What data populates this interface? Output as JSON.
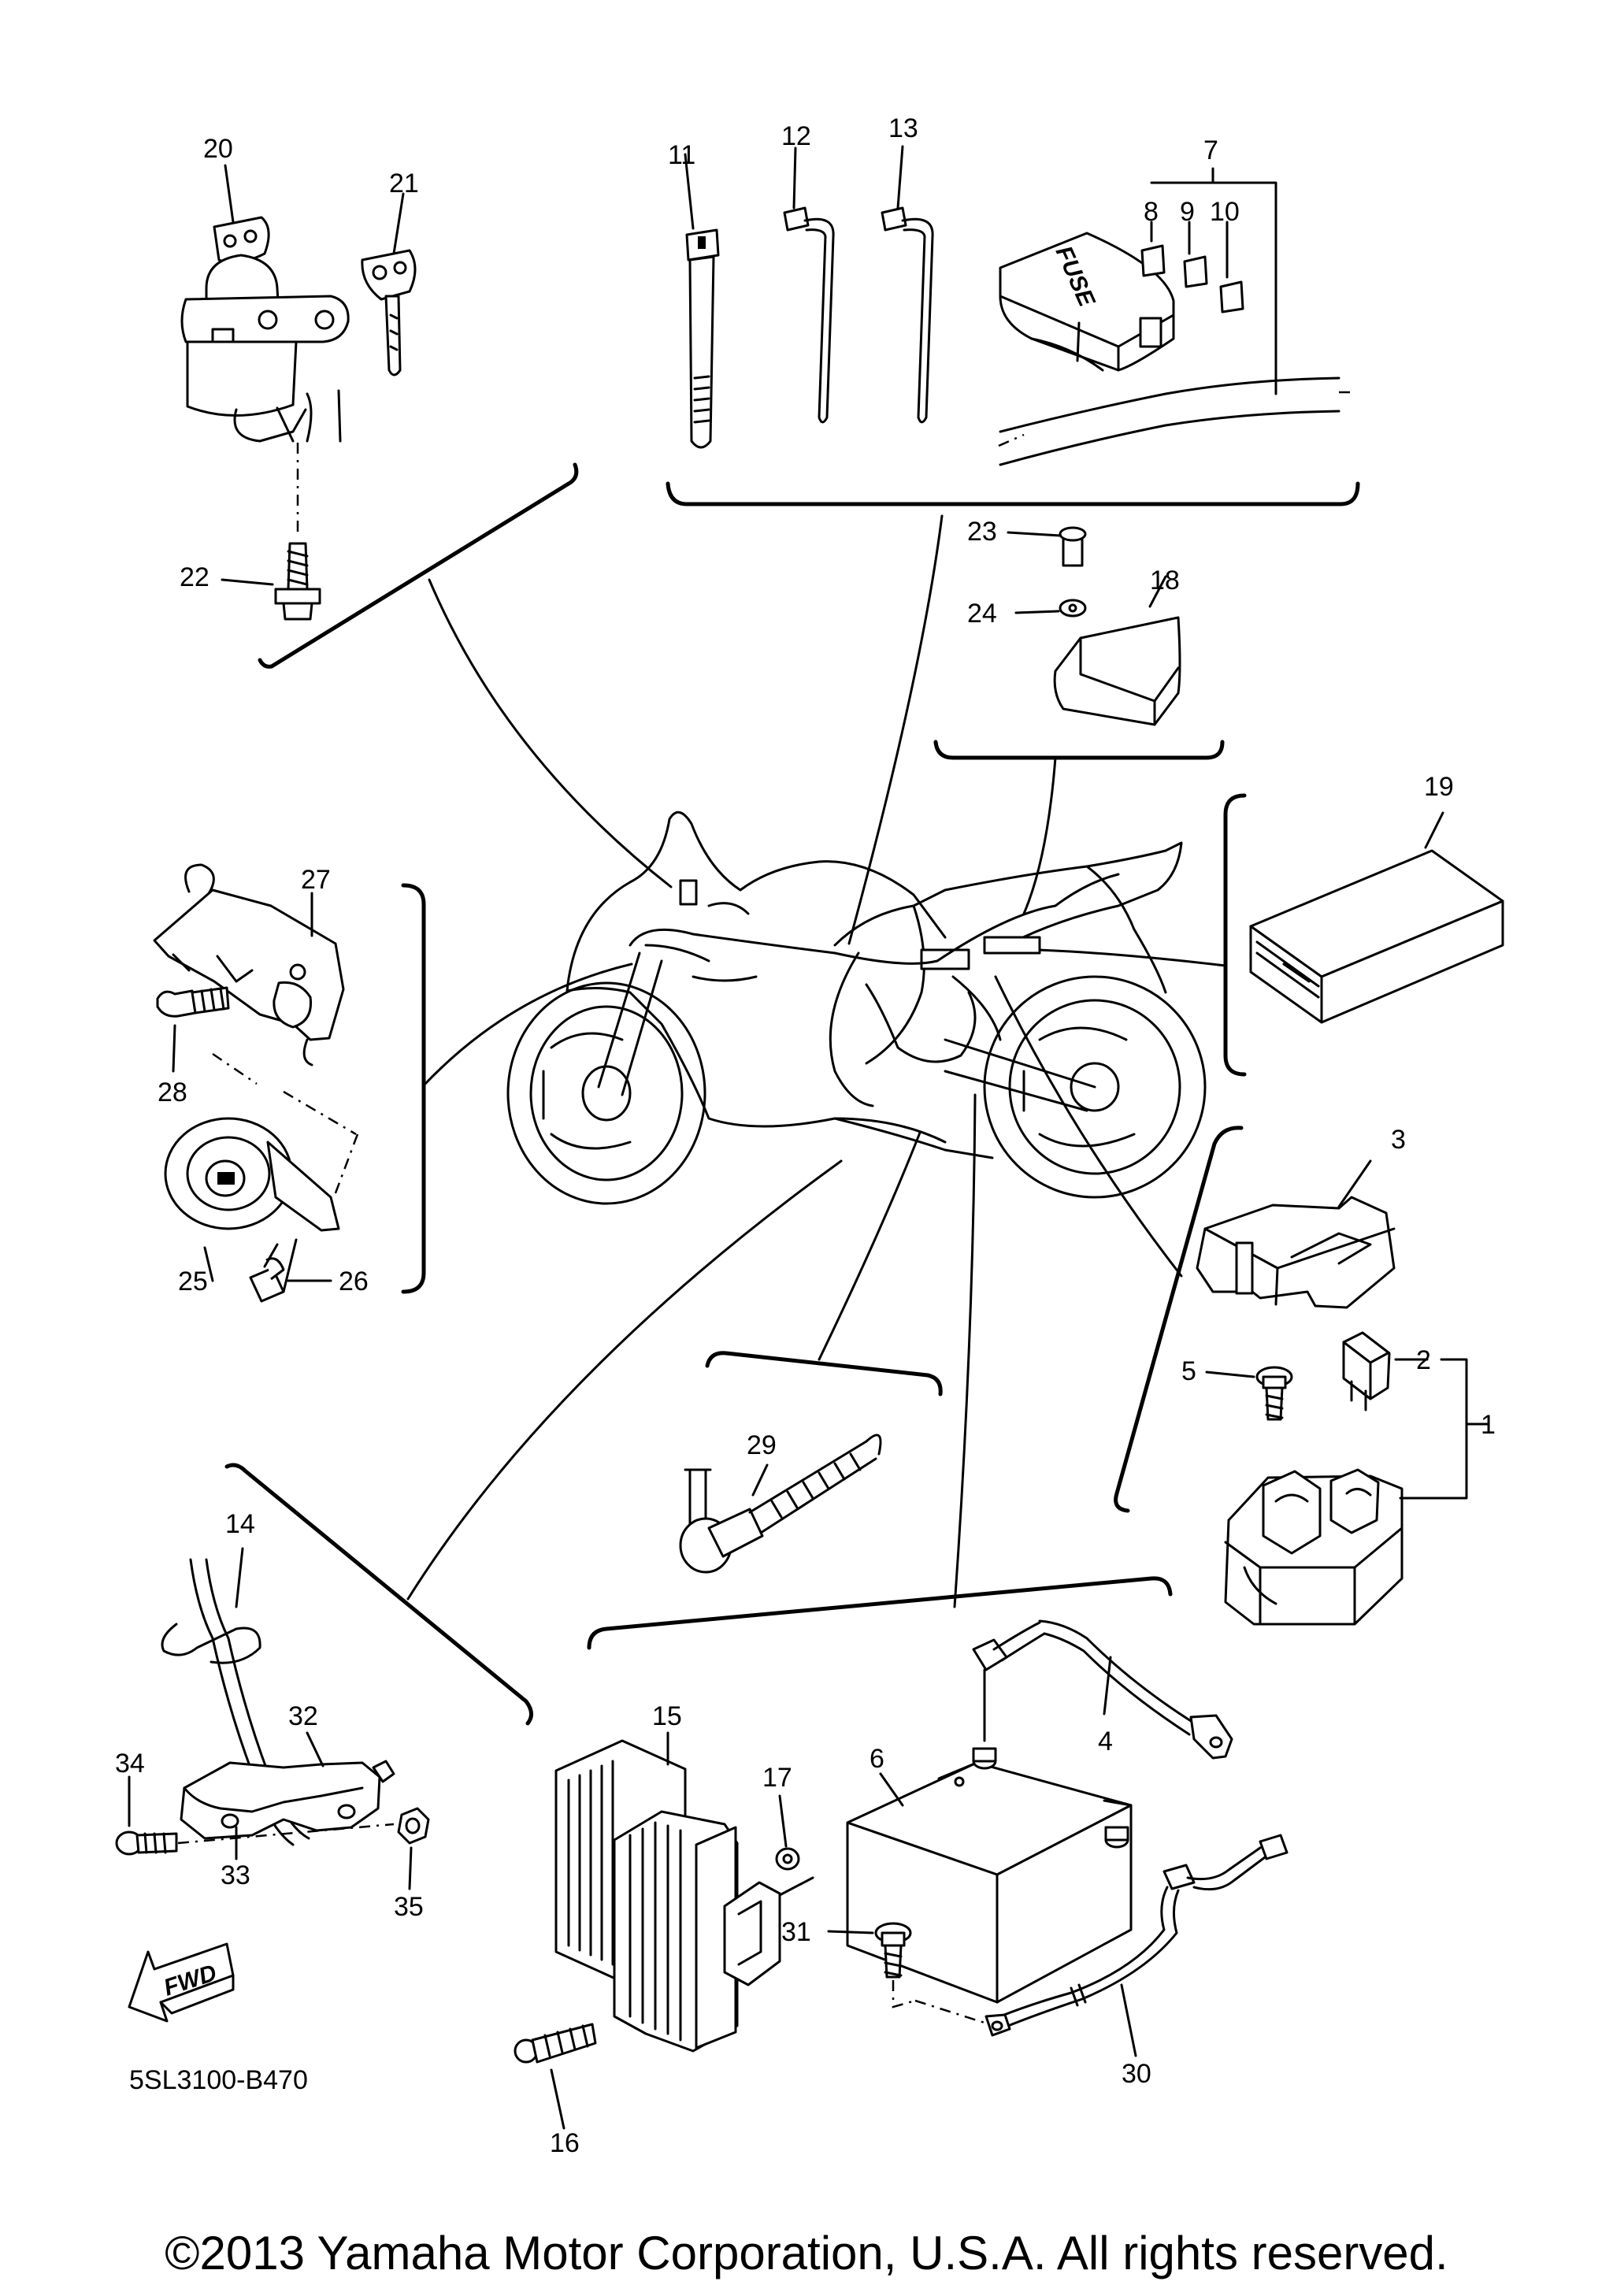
{
  "diagram": {
    "parts": [
      {
        "id": "p1",
        "number": "1"
      },
      {
        "id": "p2",
        "number": "2"
      },
      {
        "id": "p3",
        "number": "3"
      },
      {
        "id": "p4",
        "number": "4"
      },
      {
        "id": "p5",
        "number": "5"
      },
      {
        "id": "p6",
        "number": "6"
      },
      {
        "id": "p7",
        "number": "7"
      },
      {
        "id": "p8",
        "number": "8"
      },
      {
        "id": "p9",
        "number": "9"
      },
      {
        "id": "p10",
        "number": "10"
      },
      {
        "id": "p11",
        "number": "11"
      },
      {
        "id": "p12",
        "number": "12"
      },
      {
        "id": "p13",
        "number": "13"
      },
      {
        "id": "p14",
        "number": "14"
      },
      {
        "id": "p15",
        "number": "15"
      },
      {
        "id": "p16",
        "number": "16"
      },
      {
        "id": "p17",
        "number": "17"
      },
      {
        "id": "p18",
        "number": "18"
      },
      {
        "id": "p19",
        "number": "19"
      },
      {
        "id": "p20",
        "number": "20"
      },
      {
        "id": "p21",
        "number": "21"
      },
      {
        "id": "p22",
        "number": "22"
      },
      {
        "id": "p23",
        "number": "23"
      },
      {
        "id": "p24",
        "number": "24"
      },
      {
        "id": "p25",
        "number": "25"
      },
      {
        "id": "p26",
        "number": "26"
      },
      {
        "id": "p27",
        "number": "27"
      },
      {
        "id": "p28",
        "number": "28"
      },
      {
        "id": "p29",
        "number": "29"
      },
      {
        "id": "p30",
        "number": "30"
      },
      {
        "id": "p31",
        "number": "31"
      },
      {
        "id": "p32",
        "number": "32"
      },
      {
        "id": "p33",
        "number": "33"
      },
      {
        "id": "p34",
        "number": "34"
      },
      {
        "id": "p35",
        "number": "35"
      }
    ],
    "fuse_box_label": "FUSE",
    "fwd_label": "FWD",
    "reference_code": "5SL3100-B470"
  },
  "footer": {
    "copyright": "©2013 Yamaha Motor Corporation, U.S.A. All rights reserved."
  }
}
